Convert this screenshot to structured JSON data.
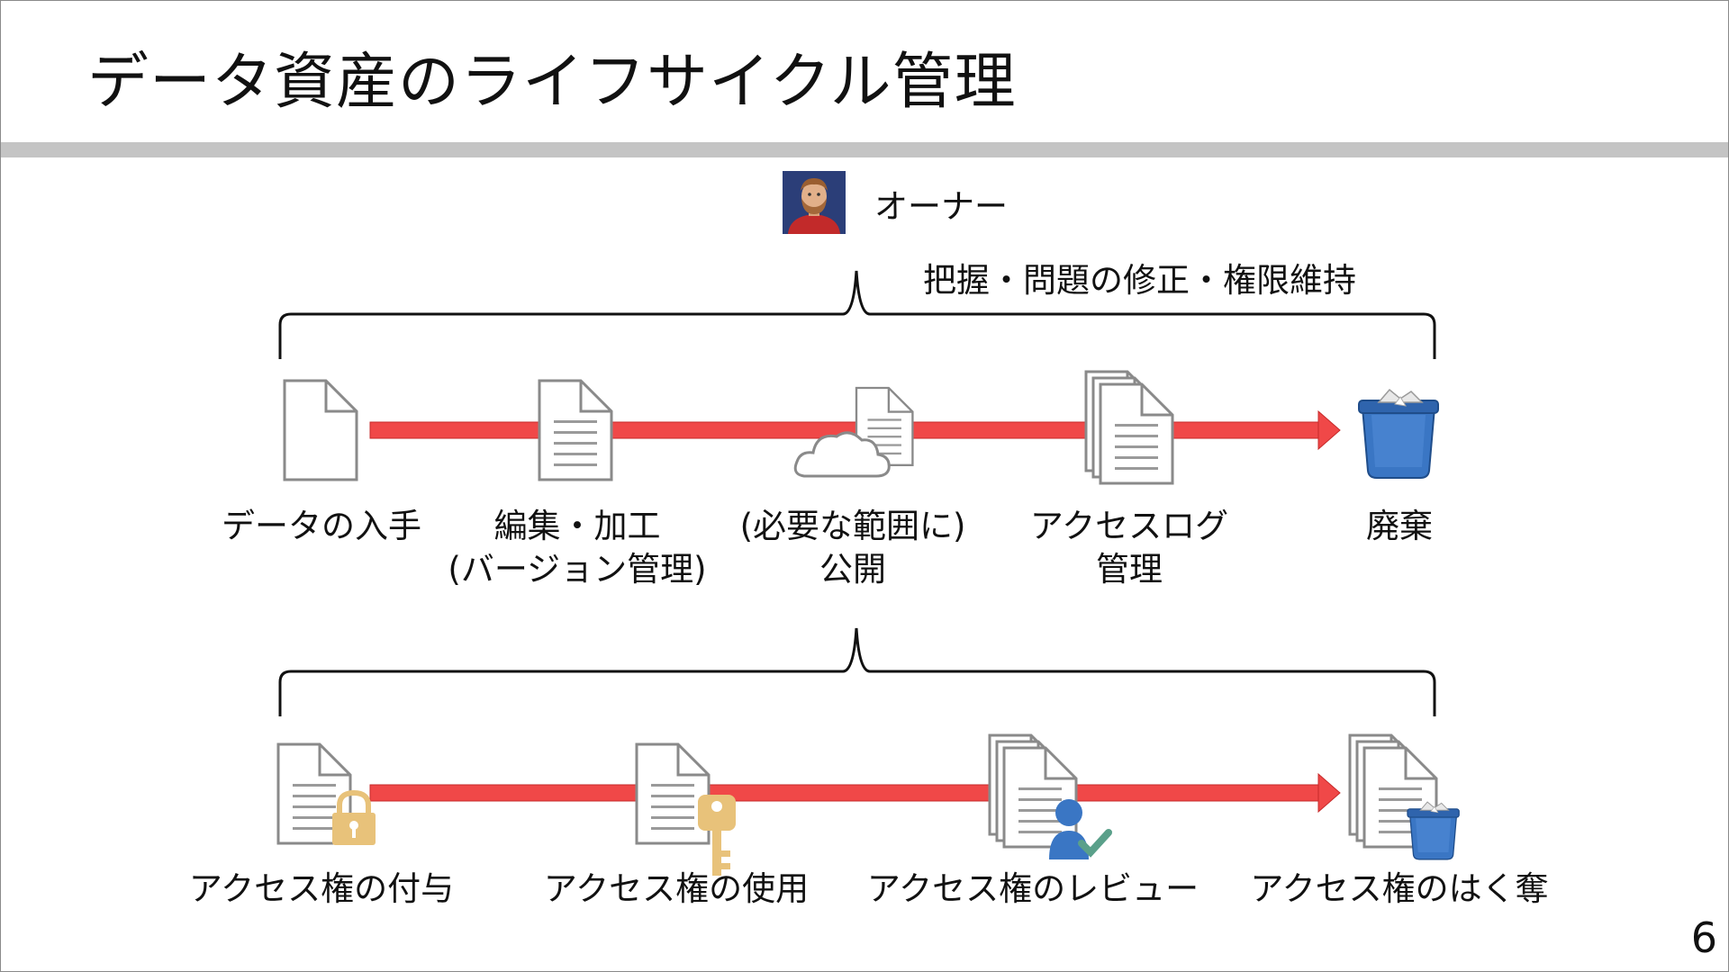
{
  "slide": {
    "title": "データ資産のライフサイクル管理",
    "page_number": "6"
  },
  "owner": {
    "label": "オーナー",
    "scope": "把握・問題の修正・権限維持"
  },
  "lifecycle": [
    {
      "line1": "データの入手",
      "line2": ""
    },
    {
      "line1": "編集・加工",
      "line2": "(バージョン管理)"
    },
    {
      "line1": "(必要な範囲に)",
      "line2": "公開"
    },
    {
      "line1": "アクセスログ",
      "line2": "管理"
    },
    {
      "line1": "廃棄",
      "line2": ""
    }
  ],
  "access": [
    {
      "label": "アクセス権の付与"
    },
    {
      "label": "アクセス権の使用"
    },
    {
      "label": "アクセス権のレビュー"
    },
    {
      "label": "アクセス権のはく奪"
    }
  ],
  "colors": {
    "arrow": "#f04848",
    "rule": "#c4c4c4",
    "trash": "#3a76c4",
    "lock": "#e8c27a",
    "avatar_bg": "#2b3e78",
    "avatar_shirt": "#c22a2a"
  },
  "icons": [
    "avatar-icon",
    "document-icon",
    "cloud-icon",
    "trash-icon",
    "lock-icon",
    "key-icon",
    "user-check-icon"
  ]
}
